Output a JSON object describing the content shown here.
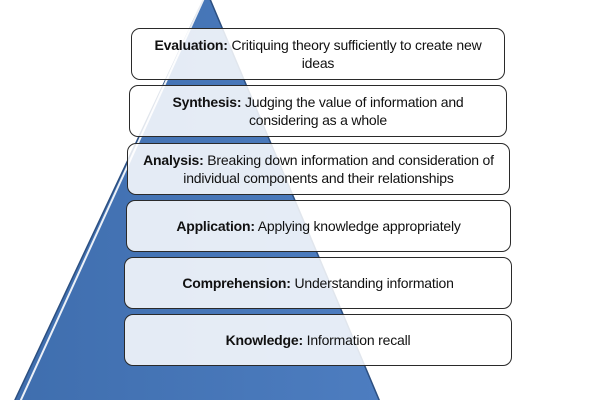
{
  "colors": {
    "pyramid": "#4a78b8",
    "pyramid_edge": "#2c4f80",
    "highlight": "#ffffff"
  },
  "levels": [
    {
      "term": "Evaluation:",
      "description": " Critiquing theory sufficiently to create new ideas"
    },
    {
      "term": "Synthesis:",
      "description": " Judging the value of information and considering as a whole"
    },
    {
      "term": "Analysis:",
      "description": "Breaking down information and consideration of individual components and their relationships"
    },
    {
      "term": "Application:",
      "description": "Applying knowledge appropriately"
    },
    {
      "term": "Comprehension:",
      "description": "Understanding information"
    },
    {
      "term": "Knowledge:",
      "description": " Information recall"
    }
  ]
}
